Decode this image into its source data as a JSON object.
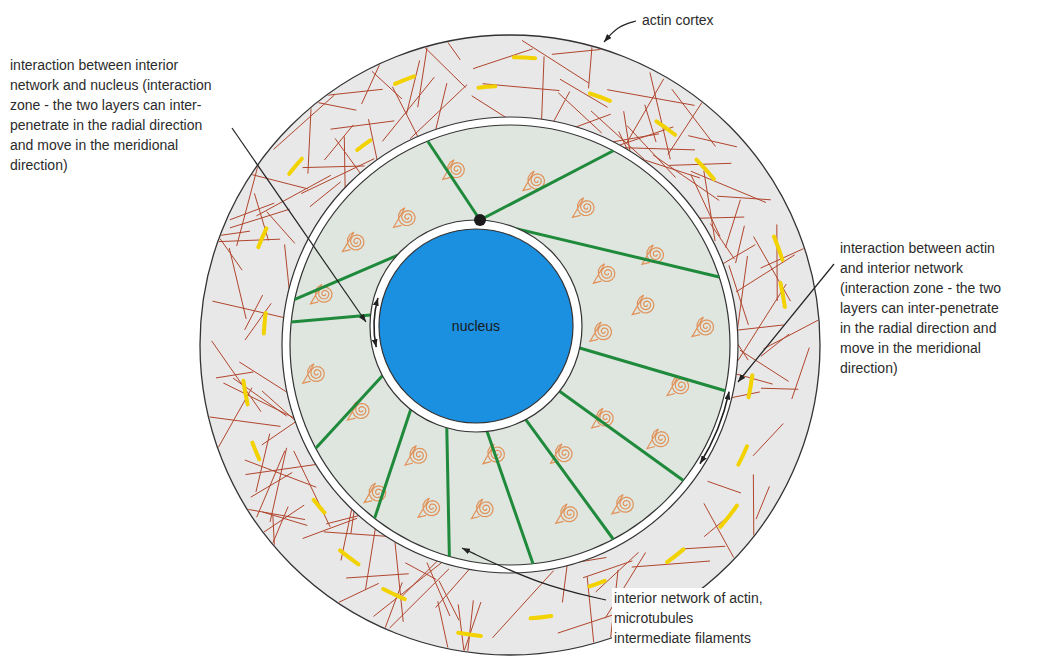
{
  "diagram": {
    "nodes": [
      {
        "text": [
          "nucleus"
        ]
      }
    ],
    "labels": [
      "actin cortex",
      "interaction between interior network and nucleus (interaction zone - the two layers can inter-penetrate in the radial direction and move in the meridional direction)",
      "interaction between actin and interior network (interaction zone - the two layers can inter-penetrate in the radial direction and move in the meridional direction)",
      "interior network of actin, microtubules intermediate filaments"
    ]
  }
}
